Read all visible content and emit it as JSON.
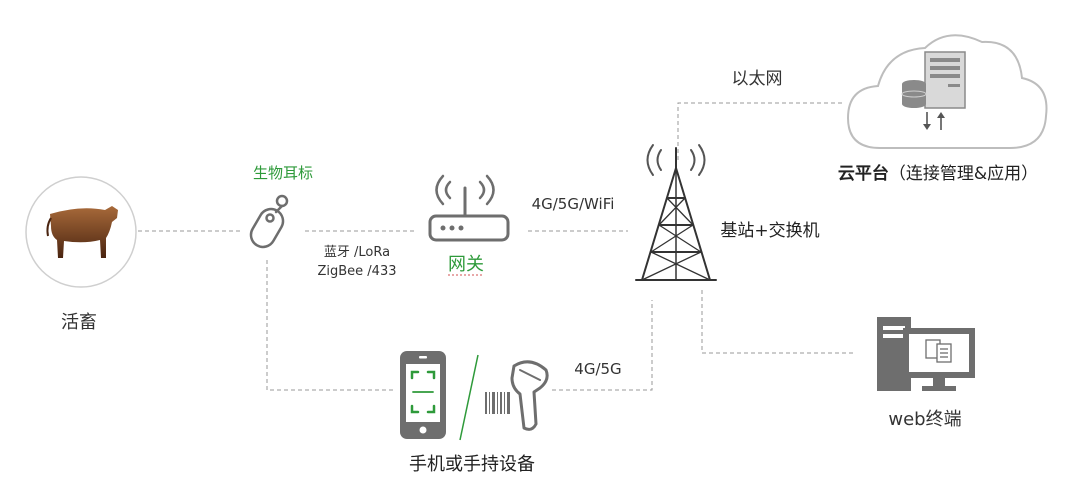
{
  "nodes": {
    "livestock": "活畜",
    "ear_tag": "生物耳标",
    "gateway": "网关",
    "base_station": "基站+交换机",
    "cloud": "云平台",
    "cloud_note": "（连接管理&应用）",
    "web_terminal": "web终端",
    "handheld": "手机或手持设备"
  },
  "links": {
    "ethernet": "以太网",
    "gateway_to_station": "4G/5G/WiFi",
    "tag_protocol_line1": "蓝牙 /LoRa",
    "tag_protocol_line2": "ZigBee /433",
    "handheld_to_station": "4G/5G"
  },
  "colors": {
    "accent_green": "#2e9a3a",
    "icon_gray": "#6e6e6e",
    "line_gray": "#9a9a9a",
    "livestock_brown": "#8a4a1c"
  }
}
